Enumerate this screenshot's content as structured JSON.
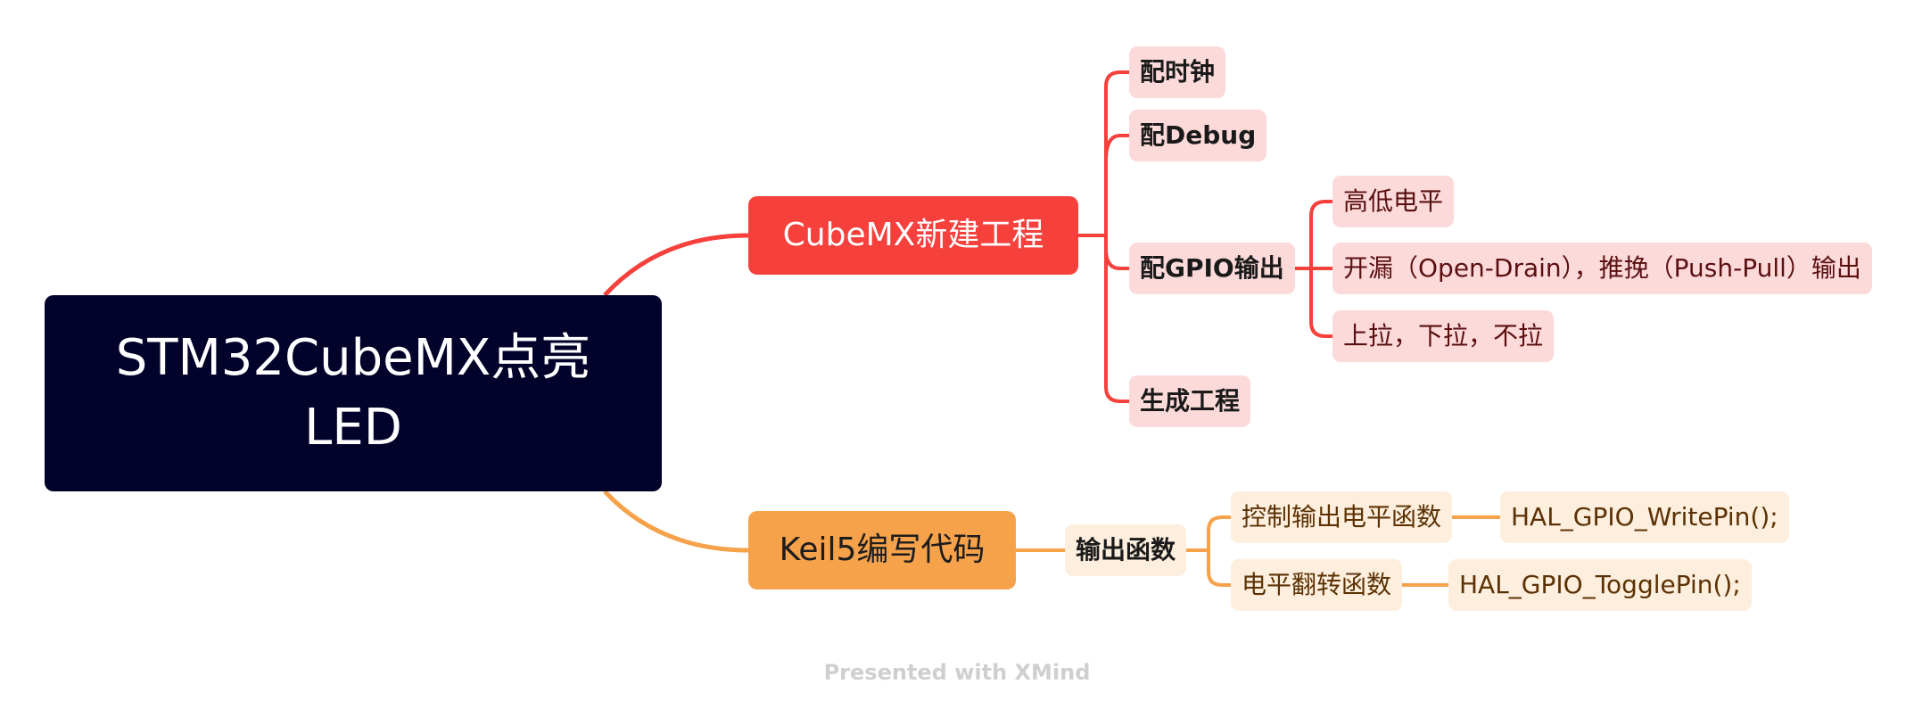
{
  "colors": {
    "root_bg": "#02022a",
    "red": "#f5403c",
    "red_light": "#fddada",
    "orange": "#f6a24b",
    "orange_light": "#fdeedd"
  },
  "root": {
    "line1": "STM32CubeMX点亮",
    "line2": "LED"
  },
  "cubemx": {
    "label": "CubeMX新建工程",
    "clock": "配时钟",
    "debug": "配Debug",
    "gpio": "配GPIO输出",
    "gpio_level": "高低电平",
    "gpio_mode": "开漏（Open-Drain），推挽（Push-Pull）输出",
    "gpio_pull": "上拉，下拉，不拉",
    "generate": "生成工程"
  },
  "keil": {
    "label": "Keil5编写代码",
    "output_func": "输出函数",
    "control_level": "控制输出电平函数",
    "write_pin": "HAL_GPIO_WritePin();",
    "toggle_level": "电平翻转函数",
    "toggle_pin": "HAL_GPIO_TogglePin();"
  },
  "footer": "Presented with XMind"
}
